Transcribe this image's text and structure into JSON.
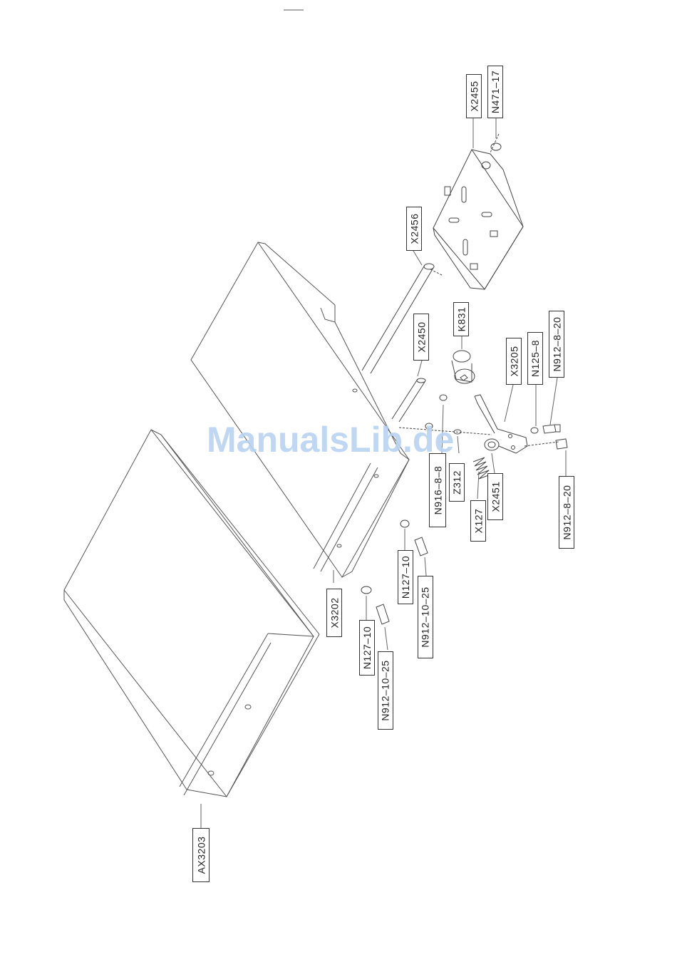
{
  "watermark": "ManualsLib.de",
  "parts": {
    "x2455": "X2455",
    "n471_17": "N471–17",
    "x2456": "X2456",
    "k831": "K831",
    "x2450": "X2450",
    "x3205": "X3205",
    "n125_8": "N125–8",
    "n912_8_20_a": "N912–8–20",
    "n912_8_20_b": "N912–8–20",
    "n916_8_8": "N916–8–8",
    "z312": "Z312",
    "x127": "X127",
    "x2451": "X2451",
    "n127_10_a": "N127–10",
    "n912_10_25_a": "N912–10–25",
    "x3202": "X3202",
    "n127_10_b": "N127–10",
    "n912_10_25_b": "N912–10–25",
    "ax3203": "AX3203"
  }
}
